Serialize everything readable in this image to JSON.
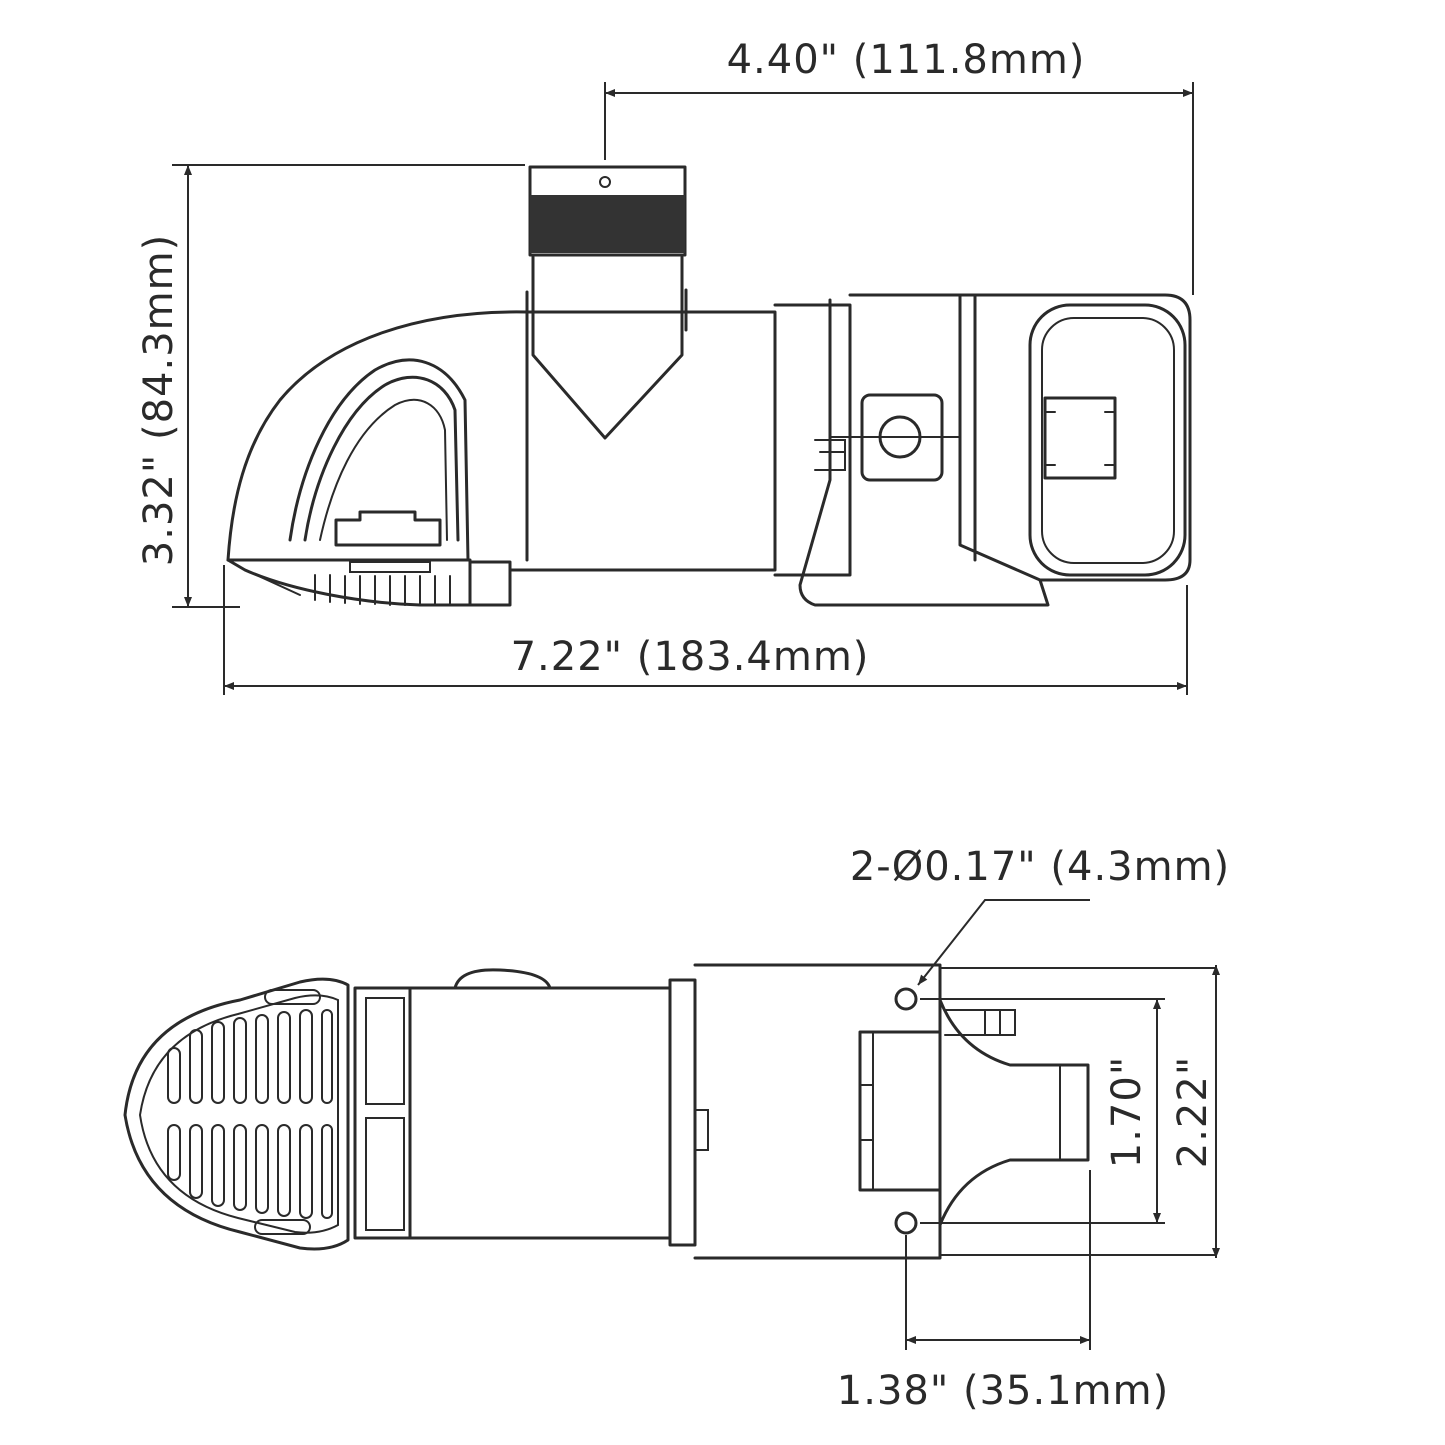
{
  "side_view": {
    "dim_outlet_offset": "4.40\" (111.8mm)",
    "dim_height": "3.32\" (84.3mm)",
    "dim_length": "7.22\" (183.4mm)"
  },
  "bottom_view": {
    "dim_holes": "2-Ø0.17\" (4.3mm)",
    "dim_hole_spacing": "1.70\"",
    "dim_width": "2.22\"",
    "dim_hole_offset": "1.38\" (35.1mm)"
  }
}
